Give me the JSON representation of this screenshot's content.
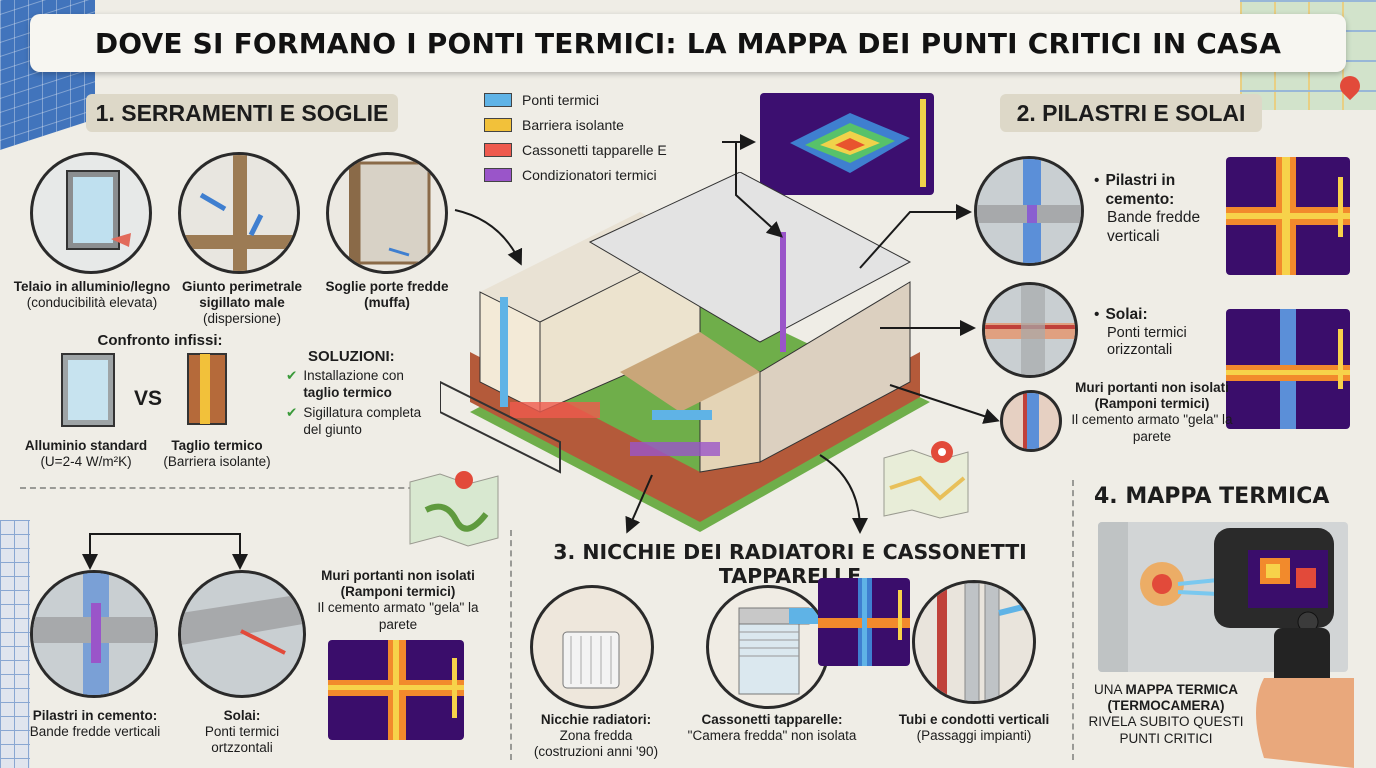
{
  "title": "DOVE SI FORMANO I PONTI TERMICI: LA MAPPA DEI PUNTI CRITICI IN CASA",
  "legend": [
    {
      "label": "Ponti termici",
      "color": "#5fb3e6"
    },
    {
      "label": "Barriera isolante",
      "color": "#f2c13a"
    },
    {
      "label": "Cassonetti tapparelle E",
      "color": "#ef5a4e"
    },
    {
      "label": "Condizionatori termici",
      "color": "#9a55c9"
    }
  ],
  "section1": {
    "heading": "1. SERRAMENTI E SOGLIE",
    "items": [
      {
        "title": "Telaio in alluminio/legno",
        "sub": "(conducibilità elevata)"
      },
      {
        "title": "Giunto perimetrale sigillato male",
        "sub": "(dispersione)"
      },
      {
        "title": "Soglie porte fredde (muffa)",
        "sub": ""
      }
    ],
    "comparison": {
      "title": "Confronto infissi:",
      "vs": "VS",
      "left": {
        "title": "Alluminio standard",
        "sub": "(U=2-4 W/m²K)"
      },
      "right": {
        "title": "Taglio termico",
        "sub": "(Barriera isolante)"
      }
    },
    "solutions": {
      "title": "SOLUZIONI:",
      "items": [
        {
          "pre": "Installazione con",
          "bold": "taglio termico"
        },
        {
          "pre": "Sigillatura completa",
          "bold": "del giunto"
        }
      ]
    }
  },
  "section2": {
    "heading": "2. PILASTRI E SOLAI",
    "pillars": {
      "title": "Pilastri in cemento:",
      "sub": "Bande fredde verticali"
    },
    "slabs": {
      "title": "Solai:",
      "sub": "Ponti termici orizzontali"
    },
    "walls": {
      "title": "Muri portanti non isolati (Ramponi termici)",
      "sub": "Il cemento armato \"gela\" la parete"
    }
  },
  "bottom_left": {
    "pillars": {
      "title": "Pilastri in cemento:",
      "sub": "Bande fredde verticali"
    },
    "slabs": {
      "title": "Solai:",
      "sub": "Ponti termici ortzzontali"
    },
    "walls": {
      "title": "Muri portanti non isolati (Ramponi termici)",
      "sub": "Il cemento armato \"gela\" la parete"
    }
  },
  "section3": {
    "heading": "3. NICCHIE DEI RADIATORI E CASSONETTI TAPPARELLE",
    "items": [
      {
        "title": "Nicchie radiatori:",
        "sub": "Zona fredda",
        "sub2": "(costruzioni anni '90)"
      },
      {
        "title": "Cassonetti tapparelle:",
        "sub": "\"Camera fredda\" non isolata",
        "sub2": ""
      },
      {
        "title": "Tubi e condotti verticali",
        "sub": "(Passaggi impianti)",
        "sub2": ""
      }
    ]
  },
  "section4": {
    "heading": "4. MAPPA TERMICA",
    "caption_pre": "UNA ",
    "caption_bold": "MAPPA TERMICA (TERMOCAMERA)",
    "caption_post": "RIVELA SUBITO QUESTI PUNTI CRITICI"
  },
  "colors": {
    "cold": "#3f7fd0",
    "hot": "#f7c53a",
    "warm": "#e8542e",
    "thermal_bg": "#3a0d6b",
    "accent_red": "#e24a3a"
  }
}
